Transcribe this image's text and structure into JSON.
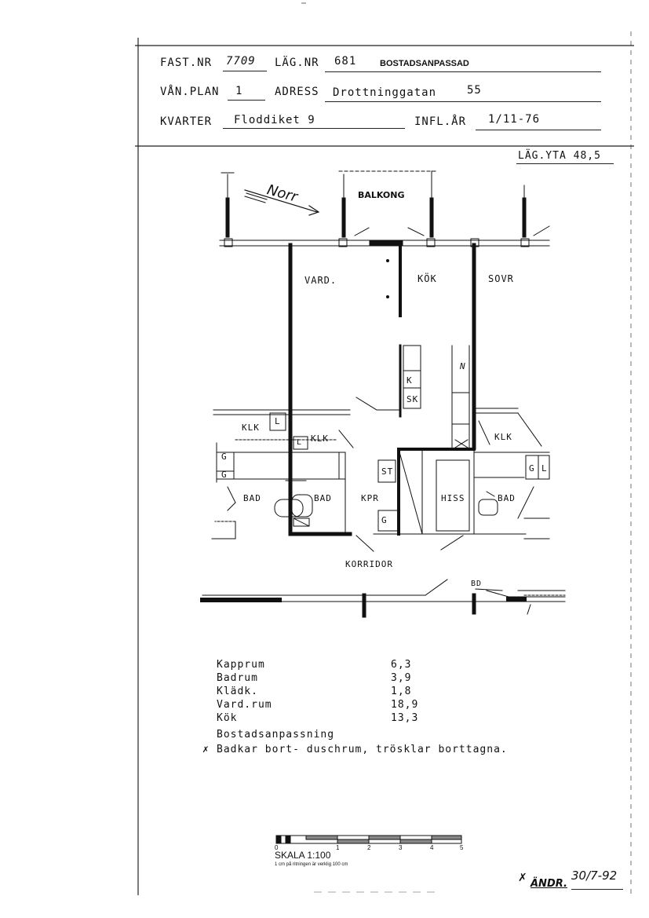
{
  "header": {
    "fast_nr_label": "FAST.NR",
    "fast_nr_value": "7709",
    "lag_nr_label": "LÄG.NR",
    "lag_nr_value": "681",
    "lag_note": "BOSTADSANPASSAD",
    "van_plan_label": "VÅN.PLAN",
    "van_plan_value": "1",
    "adress_label": "ADRESS",
    "adress_street": "Drottninggatan",
    "adress_number": "55",
    "kvarter_label": "KVARTER",
    "kvarter_value": "Floddiket 9",
    "infl_ar_label": "INFL.ÅR",
    "infl_ar_value": "1/11-76",
    "lag_yta": "LÄG.YTA 48,5"
  },
  "plan": {
    "north": "Norr",
    "rooms": {
      "balkong": "BALKONG",
      "vard": "VARD.",
      "kok": "KÖK",
      "sovr": "SOVR",
      "klk_left": "KLK",
      "klk_mid": "KLK",
      "klk_right": "KLK",
      "bad_1": "BAD",
      "bad_2": "BAD",
      "bad_3": "BAD",
      "kpr": "KPR",
      "hiss": "HISS",
      "korridor": "KORRIDOR",
      "bd": "BD"
    },
    "marks": {
      "l_1": "L",
      "l_2": "L",
      "l_3": "L",
      "g_1": "G",
      "g_2": "G",
      "g_3": "G",
      "g_4": "G",
      "k": "K",
      "sk": "SK",
      "st": "ST",
      "n": "N"
    }
  },
  "areas": [
    {
      "name": "Kapprum",
      "value": "6,3"
    },
    {
      "name": "Badrum",
      "value": "3,9"
    },
    {
      "name": "Klädk.",
      "value": "1,8"
    },
    {
      "name": "Vard.rum",
      "value": "18,9"
    },
    {
      "name": "Kök",
      "value": "13,3"
    }
  ],
  "notes": {
    "title": "Bostadsanpassning",
    "mark": "✗",
    "text": "Badkar bort- duschrum, trösklar borttagna."
  },
  "scale": {
    "title": "SKALA 1:100",
    "caption": "1 cm på ritningen är verklig 100 cm",
    "ticks": [
      "0",
      "1",
      "2",
      "3",
      "4",
      "5"
    ]
  },
  "signature": {
    "mark": "✗",
    "text": "ÄNDR.",
    "date": "30/7-92"
  }
}
